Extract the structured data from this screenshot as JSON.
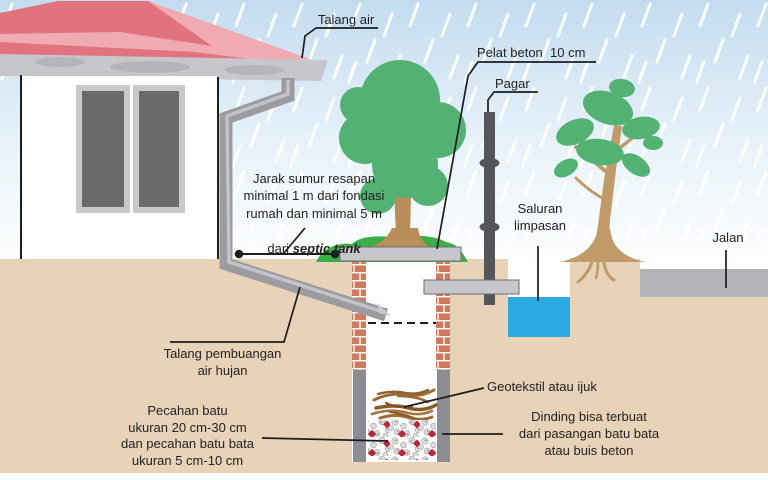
{
  "diagram": {
    "labels": {
      "talang_air": "Talang air",
      "pelat_beton": "Pelat beton  10 cm",
      "pagar": "Pagar",
      "jarak_note_lines": "Jarak sumur resapan\nminimal 1 m dari fondasi\nrumah dan minimal 5 m",
      "jarak_note_prefix": "dari ",
      "jarak_note_italic": "septic tank",
      "saluran_limpasan": "Saluran\nlimpasan",
      "jalan": "Jalan",
      "talang_pembuangan": "Talang pembuangan\nair hujan",
      "pecahan_batu": "Pecahan batu\nukuran 20 cm-30 cm\ndan pecahan batu bata\nukuran 5 cm-10 cm",
      "geotekstil": "Geotekstil atau ijuk",
      "dinding": "Dinding bisa terbuat\ndari pasangan batu bata\natau buis beton"
    },
    "colors": {
      "sky_top": "#c3dcef",
      "roof_dark": "#e1737f",
      "roof_light": "#f0aab1",
      "gutter_grey": "#c7c7cb",
      "pipe_grey": "#9c9ca0",
      "window_glass": "#6a6a6a",
      "ground_tan": "#e8d2b8",
      "grass_green": "#3bae49",
      "foliage_green": "#52b173",
      "trunk_brown": "#b98e5a",
      "brick_terracotta": "#cf795e",
      "well_wall_grey": "#8d8d91",
      "concrete_slab": "#c7c7cb",
      "water_blue": "#2aabe2",
      "road_grey": "#b4b4b8",
      "fence_grey": "#55555a",
      "ijuk_brown": "#9a6a33",
      "brick_chip_red": "#b4293b",
      "leader_line": "#1d1d1d"
    }
  }
}
